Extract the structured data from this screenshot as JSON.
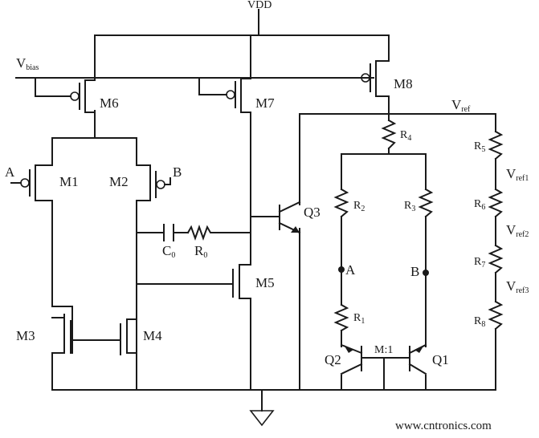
{
  "labels": {
    "vdd": "VDD",
    "vbias": "V",
    "vbias_sub": "bias",
    "vref": "V",
    "vref_sub": "ref",
    "m1": "M1",
    "m2": "M2",
    "m3": "M3",
    "m4": "M4",
    "m5": "M5",
    "m6": "M6",
    "m7": "M7",
    "m8": "M8",
    "q1": "Q1",
    "q2": "Q2",
    "q3": "Q3",
    "in_a": "A",
    "in_b": "B",
    "node_a": "A",
    "node_b": "B",
    "c0": "C",
    "c0_sub": "0",
    "r0": "R",
    "r0_sub": "0",
    "r1": "R",
    "r1_sub": "1",
    "r2": "R",
    "r2_sub": "2",
    "r3": "R",
    "r3_sub": "3",
    "r4": "R",
    "r4_sub": "4",
    "r5": "R",
    "r5_sub": "5",
    "r6": "R",
    "r6_sub": "6",
    "r7": "R",
    "r7_sub": "7",
    "r8": "R",
    "r8_sub": "8",
    "vref1": "V",
    "vref1_sub": "ref1",
    "vref2": "V",
    "vref2_sub": "ref2",
    "vref3": "V",
    "vref3_sub": "ref3",
    "ratio": "M:1"
  },
  "watermark": "www.cntronics.com"
}
